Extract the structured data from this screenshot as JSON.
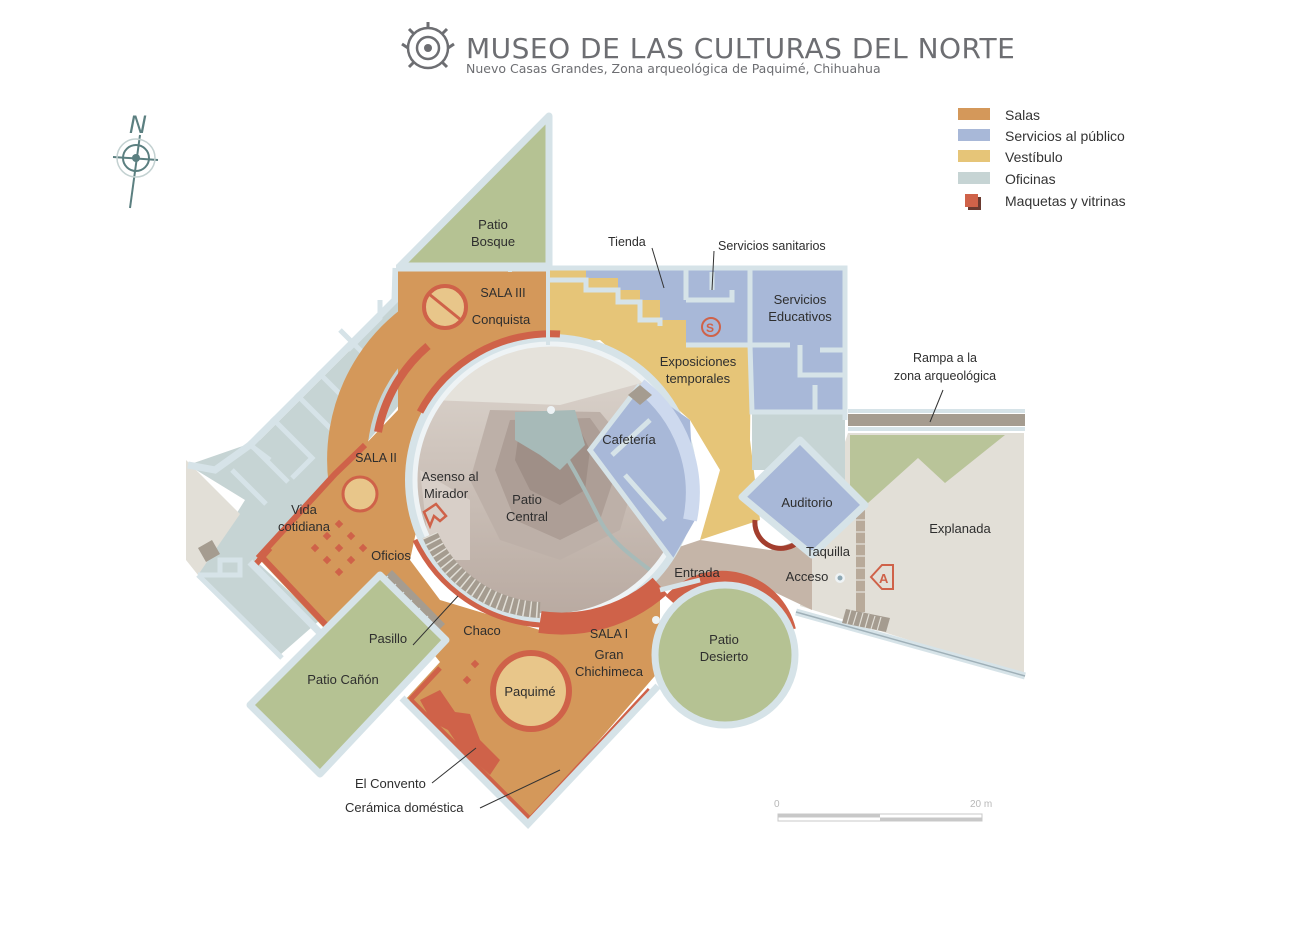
{
  "header": {
    "title": "MUSEO DE LAS CULTURAS DEL NORTE",
    "subtitle": "Nuevo Casas Grandes, Zona arqueológica de Paquimé, Chihuahua"
  },
  "compass": {
    "label": "N"
  },
  "legend": {
    "items": [
      {
        "label": "Salas",
        "color": "#d4985a"
      },
      {
        "label": "Servicios al público",
        "color": "#a8b8d8"
      },
      {
        "label": "Vestíbulo",
        "color": "#e6c578"
      },
      {
        "label": "Oficinas",
        "color": "#c6d4d4"
      },
      {
        "label": "Maquetas y vitrinas",
        "color": "#cf6249"
      }
    ]
  },
  "labels": {
    "patio_bosque": [
      "Patio",
      "Bosque"
    ],
    "tienda": "Tienda",
    "servicios_sanitarios": "Servicios sanitarios",
    "servicios_educativos": [
      "Servicios",
      "Educativos"
    ],
    "rampa": [
      "Rampa a la",
      "zona arqueológica"
    ],
    "sala3": "SALA III",
    "conquista": "Conquista",
    "exposiciones": [
      "Exposiciones",
      "temporales"
    ],
    "cafeteria": "Cafetería",
    "sala2": "SALA II",
    "asenso": [
      "Asenso al",
      "Mirador"
    ],
    "patio_central": [
      "Patio",
      "Central"
    ],
    "auditorio": "Auditorio",
    "explanada": "Explanada",
    "vida": [
      "Vida",
      "cotidiana"
    ],
    "oficios": "Oficios",
    "taquilla": "Taquilla",
    "entrada": "Entrada",
    "acceso": "Acceso",
    "pasillo": "Pasillo",
    "chaco": "Chaco",
    "sala1": "SALA I",
    "gran": [
      "Gran",
      "Chichimeca"
    ],
    "patio_desierto": [
      "Patio",
      "Desierto"
    ],
    "patio_canon": "Patio Cañón",
    "paquime": "Paquimé",
    "el_convento": "El Convento",
    "ceramica": "Cerámica doméstica",
    "icon_s": "S",
    "icon_a": "A"
  },
  "scale_bar": {
    "start": "0",
    "end": "20 m"
  },
  "colors": {
    "salas": "#d4985a",
    "servicios": "#a8b8d8",
    "vestibulo": "#e6c578",
    "oficinas": "#c6d4d4",
    "maquetas": "#cf6249",
    "patio_green": "#b5c293",
    "explanada": "#e2dfd7",
    "wall": "#d6e3e8"
  }
}
